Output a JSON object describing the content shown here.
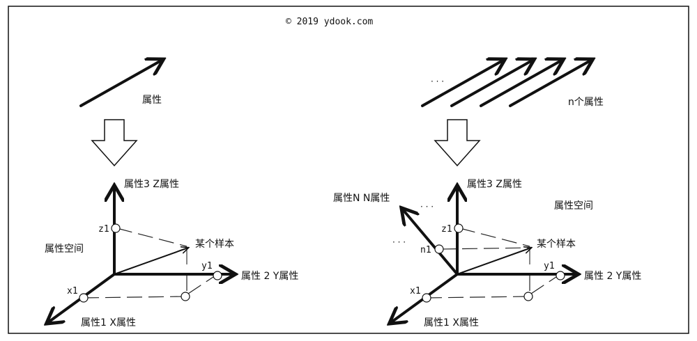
{
  "watermark": "© 2019 ydook.com",
  "left": {
    "top_label": "属性",
    "space_label": "属性空间",
    "z_axis_label": "属性3  Z属性",
    "y_axis_label": "属性 2  Y属性",
    "x_axis_label": "属性1   X属性",
    "sample_label": "某个样本",
    "z1": "z1",
    "y1": "y1",
    "x1": "x1"
  },
  "right": {
    "top_label": "n个属性",
    "dots_top": "· · ·",
    "dots_mid": "· · ·",
    "dots_left": "· · ·",
    "n_axis_label": "属性N  N属性",
    "space_label": "属性空间",
    "z_axis_label": "属性3  Z属性",
    "y_axis_label": "属性 2  Y属性",
    "x_axis_label": "属性1   X属性",
    "sample_label": "某个样本",
    "z1": "z1",
    "n1": "n1",
    "y1": "y1",
    "x1": "x1"
  }
}
